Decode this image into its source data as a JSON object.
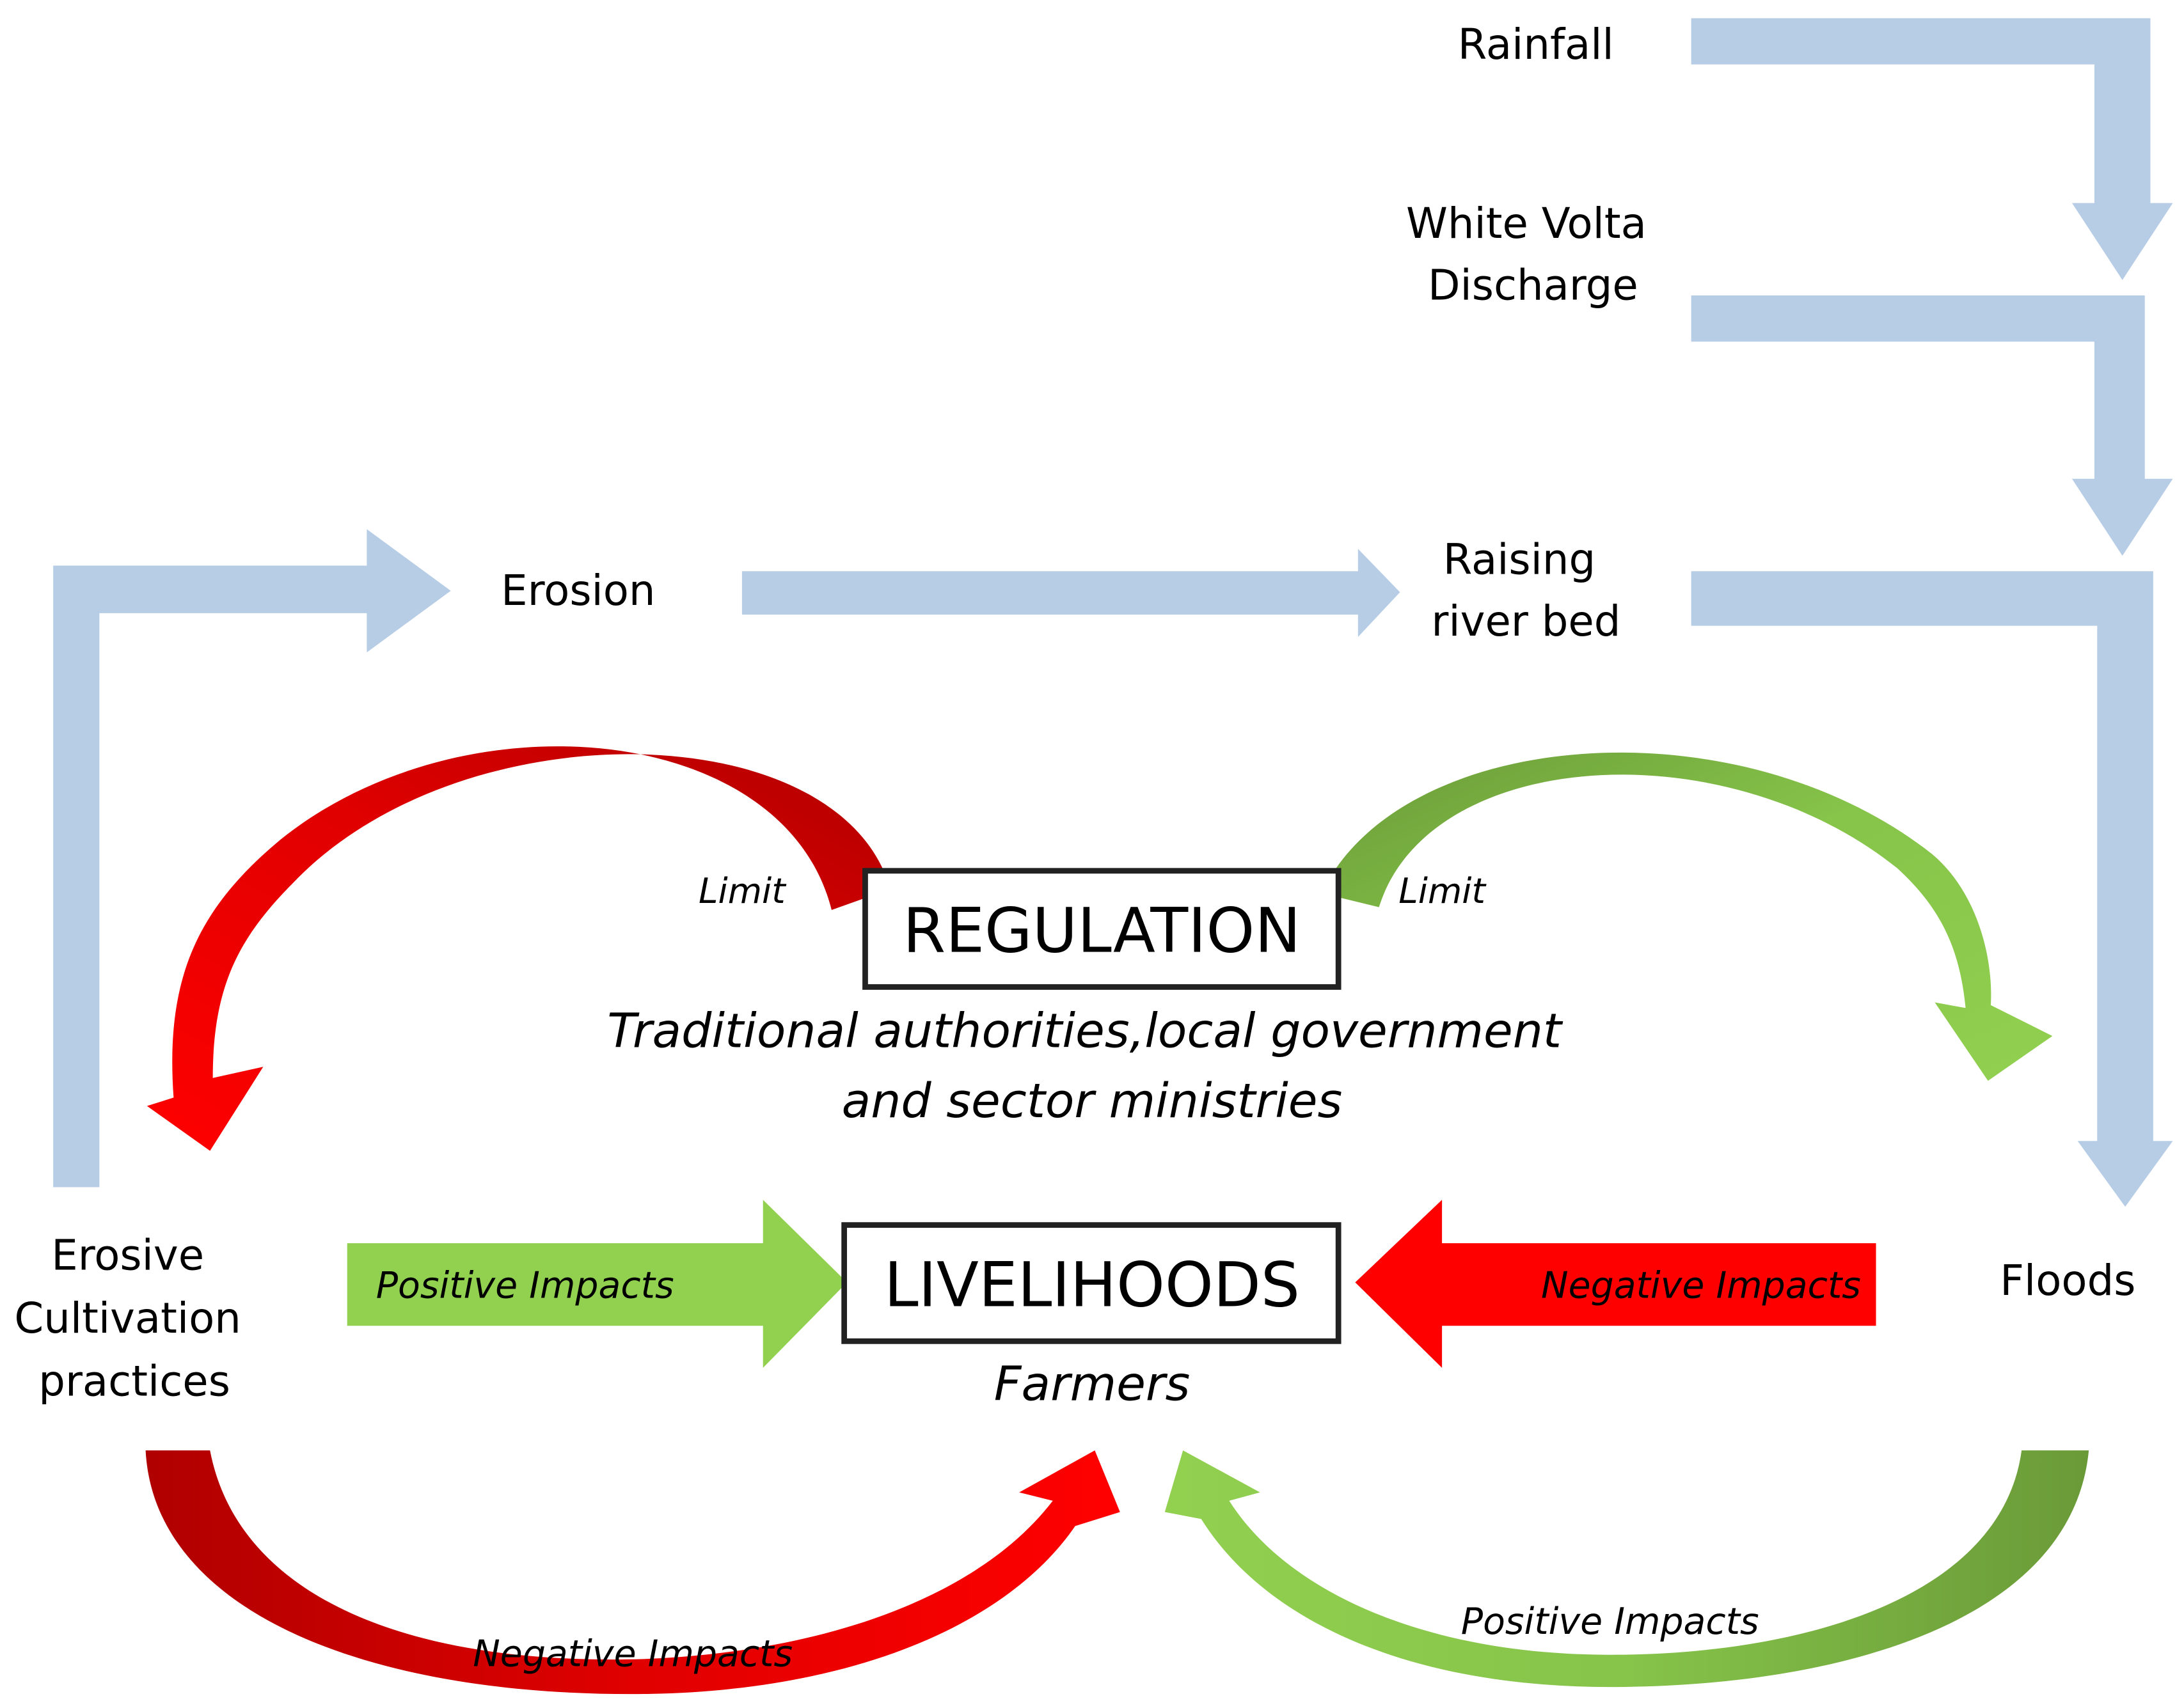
{
  "nodes": {
    "rainfall": "Rainfall",
    "white_volta": [
      "White Volta",
      "Discharge"
    ],
    "erosion": "Erosion",
    "raising_river_bed": [
      "Raising",
      "river bed"
    ],
    "erosive_practices": [
      "Erosive",
      "Cultivation",
      "practices"
    ],
    "floods": "Floods",
    "regulation": "REGULATION",
    "regulation_actors": [
      "Traditional authorities,local government",
      "and sector ministries"
    ],
    "livelihoods": "LIVELIHOODS",
    "livelihoods_actors": "Farmers"
  },
  "arrow_labels": {
    "limit_left": "Limit",
    "limit_right": "Limit",
    "positive_left": "Positive Impacts",
    "negative_right": "Negative Impacts",
    "negative_bottom": "Negative Impacts",
    "positive_bottom": "Positive Impacts"
  },
  "colors": {
    "flow_blue": "#b7cde6",
    "red": "#ff0000",
    "dark_red": "#c00000",
    "green": "#92d050",
    "dark_green": "#70a23c"
  }
}
